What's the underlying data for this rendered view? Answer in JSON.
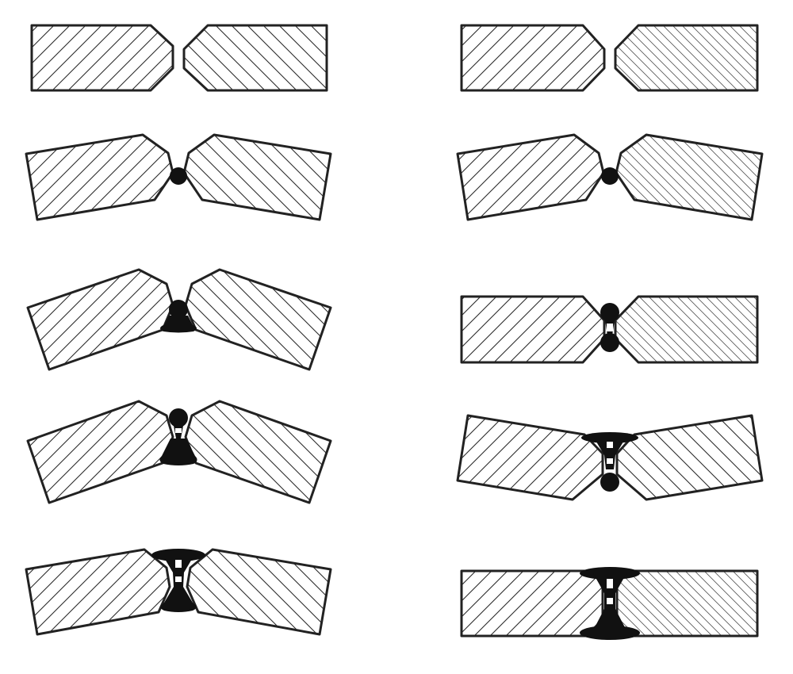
{
  "diagram": {
    "type": "weld-sequence-cross-sections",
    "colors": {
      "background": "#ffffff",
      "outline": "#222222",
      "hatch": "#2a2a2a",
      "weld": "#111111"
    },
    "columns": [
      {
        "name": "left-sequence",
        "steps": [
          {
            "step": 1,
            "distortion": "none",
            "welds": []
          },
          {
            "step": 2,
            "distortion": "angular-up",
            "welds": [
              "root"
            ]
          },
          {
            "step": 3,
            "distortion": "angular-up",
            "welds": [
              "root",
              "lower-fill"
            ]
          },
          {
            "step": 4,
            "distortion": "angular-up",
            "welds": [
              "upper-root",
              "lower-fill"
            ]
          },
          {
            "step": 5,
            "distortion": "angular-up",
            "welds": [
              "upper-cap",
              "lower-cap"
            ]
          }
        ]
      },
      {
        "name": "right-sequence",
        "steps": [
          {
            "step": 1,
            "distortion": "none",
            "welds": []
          },
          {
            "step": 2,
            "distortion": "angular-up",
            "welds": [
              "root"
            ]
          },
          {
            "step": 3,
            "distortion": "none",
            "welds": [
              "upper-root",
              "lower-root"
            ]
          },
          {
            "step": 4,
            "distortion": "angular-down",
            "welds": [
              "upper-cap",
              "lower-root"
            ]
          },
          {
            "step": 5,
            "distortion": "none",
            "welds": [
              "upper-cap",
              "lower-cap"
            ]
          }
        ]
      }
    ]
  }
}
